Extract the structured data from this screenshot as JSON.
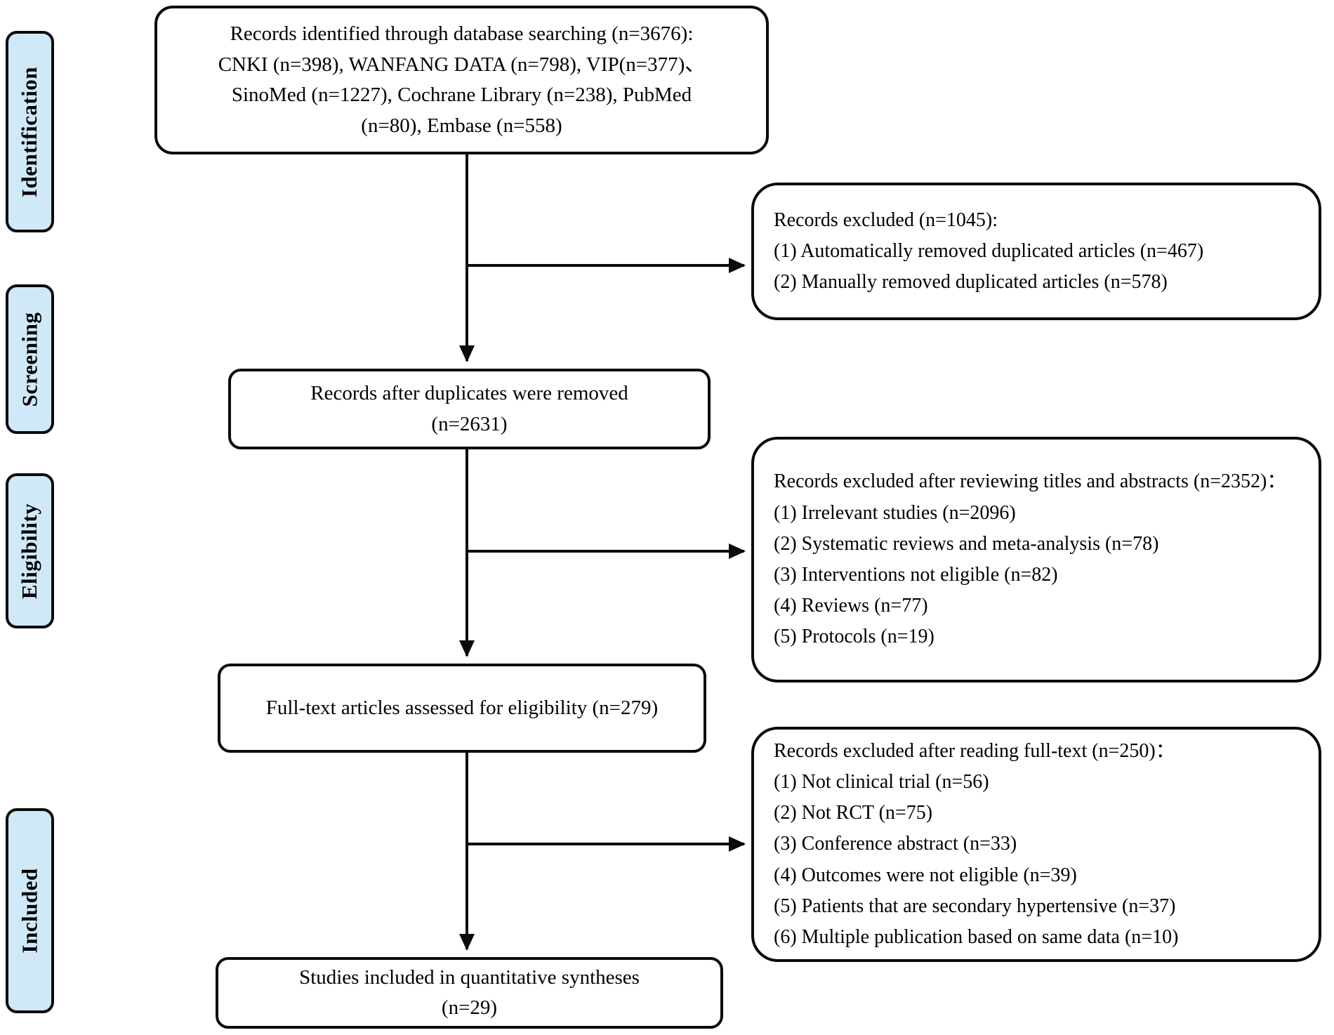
{
  "colors": {
    "stage_fill": "#cfe9f9",
    "box_fill": "#ffffff",
    "line_and_border": "#0b0b0b",
    "text": "#000000"
  },
  "stages": [
    {
      "label": "Identification"
    },
    {
      "label": "Screening"
    },
    {
      "label": "Eligibility"
    },
    {
      "label": "Included"
    }
  ],
  "flow": {
    "identified": {
      "lines": [
        "Records identified through database searching (n=3676):",
        "CNKI (n=398), WANFANG DATA (n=798), VIP(n=377)、",
        "SinoMed (n=1227), Cochrane Library (n=238), PubMed",
        "(n=80), Embase (n=558)"
      ]
    },
    "after_duplicates": {
      "lines": [
        "Records after duplicates were removed",
        "(n=2631)"
      ]
    },
    "fulltext_assessed": {
      "lines": [
        "Full-text articles assessed for eligibility (n=279)"
      ]
    },
    "included_quantitative": {
      "lines": [
        "Studies included in quantitative syntheses",
        "(n=29)"
      ]
    }
  },
  "exclusions": {
    "duplicates": {
      "title": "Records excluded (n=1045):",
      "items": [
        "(1) Automatically removed duplicated articles (n=467)",
        "(2) Manually removed duplicated articles (n=578)"
      ]
    },
    "title_abstract": {
      "title": "Records excluded after reviewing titles and abstracts (n=2352)：",
      "items": [
        "(1) Irrelevant studies (n=2096)",
        "(2) Systematic reviews and meta-analysis (n=78)",
        "(3) Interventions not eligible (n=82)",
        "(4) Reviews (n=77)",
        "(5) Protocols (n=19)"
      ]
    },
    "fulltext": {
      "title": "Records excluded after reading full-text (n=250)：",
      "items": [
        "(1) Not clinical trial (n=56)",
        "(2) Not RCT (n=75)",
        "(3) Conference abstract (n=33)",
        "(4) Outcomes were not eligible (n=39)",
        "(5) Patients that are secondary hypertensive (n=37)",
        "(6) Multiple publication based on same data (n=10)"
      ]
    }
  }
}
